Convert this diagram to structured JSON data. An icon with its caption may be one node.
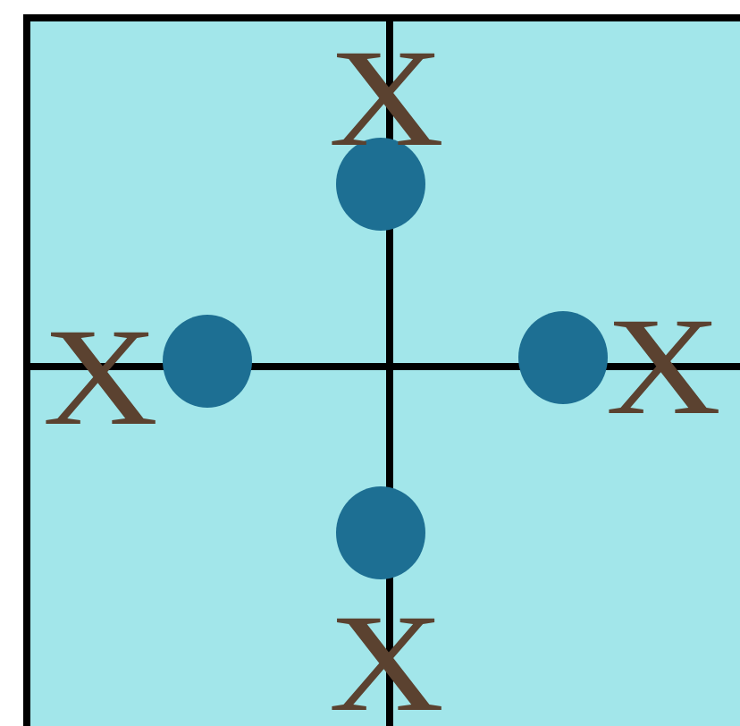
{
  "diagram": {
    "labels": [
      "X",
      "X",
      "X",
      "X"
    ]
  }
}
